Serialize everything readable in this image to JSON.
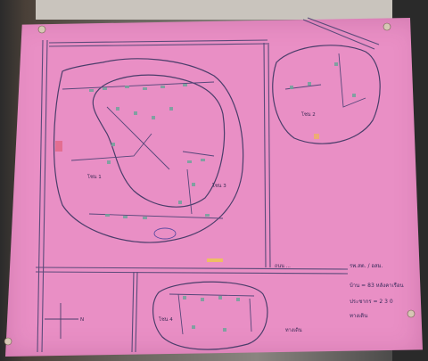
{
  "map": {
    "zone_labels": [
      "โซน 1",
      "โซน 2",
      "โซน 3",
      "โซน 4"
    ],
    "road_label": "ถนน ...",
    "north_arrow": "N",
    "legend": [
      "รพ.สต. / อสม.",
      "บ้าน = 83 หลังคาเรือน",
      "ประชากร = 2 3 0",
      "ทางเดิน"
    ],
    "note_bottom": "ทางเดิน",
    "colors": {
      "paper": "#e98fc5",
      "ink": "#4a3d6a",
      "house": "#6fa39a",
      "highlight": "#f0d23a",
      "marker_red": "#e0607a"
    },
    "icons": [
      "pushpin-icon",
      "compass-icon",
      "house-marker-icon",
      "tree-icon"
    ]
  }
}
